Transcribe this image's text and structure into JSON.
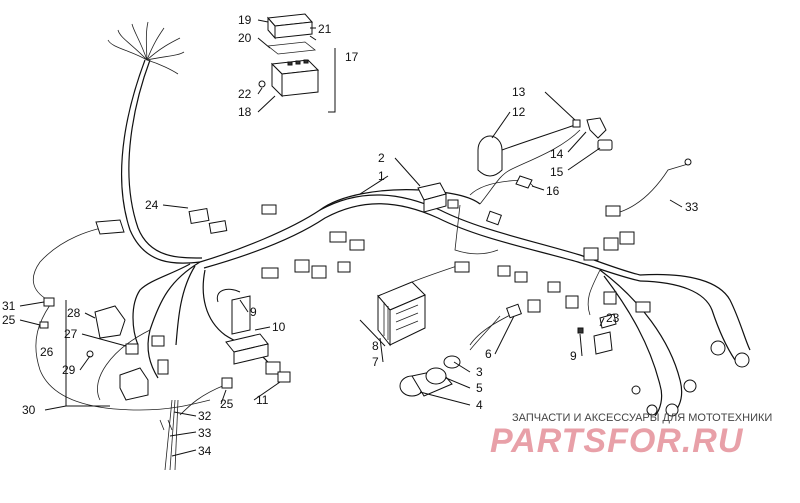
{
  "diagram": {
    "labels": [
      "19",
      "21",
      "20",
      "17",
      "22",
      "18",
      "13",
      "12",
      "14",
      "15",
      "2",
      "1",
      "16",
      "24",
      "33",
      "31",
      "25",
      "28",
      "9",
      "10",
      "27",
      "8",
      "7",
      "26",
      "29",
      "6",
      "3",
      "5",
      "4",
      "23",
      "9",
      "30",
      "32",
      "25",
      "11",
      "33",
      "34"
    ],
    "watermark": {
      "subtitle": "ЗАПЧАСТИ И АКСЕССУАРЫ ДЛЯ МОТОТЕХНИКИ",
      "brand": "PARTSFOR.RU"
    }
  }
}
